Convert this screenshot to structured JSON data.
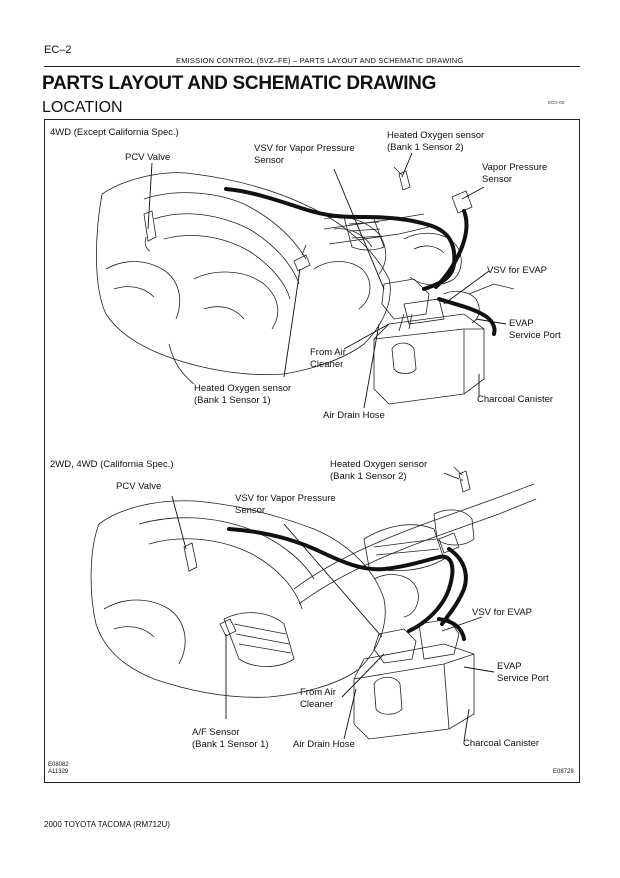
{
  "page": {
    "page_number": "EC–2",
    "running_header": "EMISSION CONTROL (5VZ–FE)    –    PARTS LAYOUT AND SCHEMATIC DRAWING",
    "title": "PARTS LAYOUT AND SCHEMATIC DRAWING",
    "subtitle": "LOCATION",
    "top_code": "EC0–00",
    "footer": "2000 TOYOTA TACOMA   (RM712U)"
  },
  "figure1": {
    "spec": "4WD (Except California Spec.)",
    "labels": {
      "pcv_valve": "PCV Valve",
      "vsv_vapor_pressure_1": "VSV for Vapor Pressure",
      "vsv_vapor_pressure_2": "Sensor",
      "ho2_sensor2_1": "Heated Oxygen sensor",
      "ho2_sensor2_2": "(Bank 1 Sensor 2)",
      "vapor_pressure_1": "Vapor Pressure",
      "vapor_pressure_2": "Sensor",
      "vsv_evap": "VSV for EVAP",
      "evap_port_1": "EVAP",
      "evap_port_2": "Service Port",
      "from_air_1": "From Air",
      "from_air_2": "Cleaner",
      "ho2_sensor1_1": "Heated Oxygen sensor",
      "ho2_sensor1_2": "(Bank 1 Sensor 1)",
      "charcoal_canister": "Charcoal Canister",
      "air_drain_hose": "Air Drain Hose"
    }
  },
  "figure2": {
    "spec": "2WD, 4WD (California Spec.)",
    "labels": {
      "pcv_valve": "PCV Valve",
      "vsv_vapor_pressure_1": "VSV for Vapor Pressure",
      "vsv_vapor_pressure_2": "Sensor",
      "ho2_sensor2_1": "Heated Oxygen sensor",
      "ho2_sensor2_2": "(Bank 1 Sensor 2)",
      "vsv_evap": "VSV for EVAP",
      "evap_port_1": "EVAP",
      "evap_port_2": "Service Port",
      "from_air_1": "From Air",
      "from_air_2": "Cleaner",
      "af_sensor_1": "A/F Sensor",
      "af_sensor_2": "(Bank 1 Sensor 1)",
      "air_drain_hose": "Air Drain Hose",
      "charcoal_canister": "Charcoal Canister",
      "code_left_1": "E08082",
      "code_left_2": "A11329",
      "code_right": "E08728"
    }
  }
}
